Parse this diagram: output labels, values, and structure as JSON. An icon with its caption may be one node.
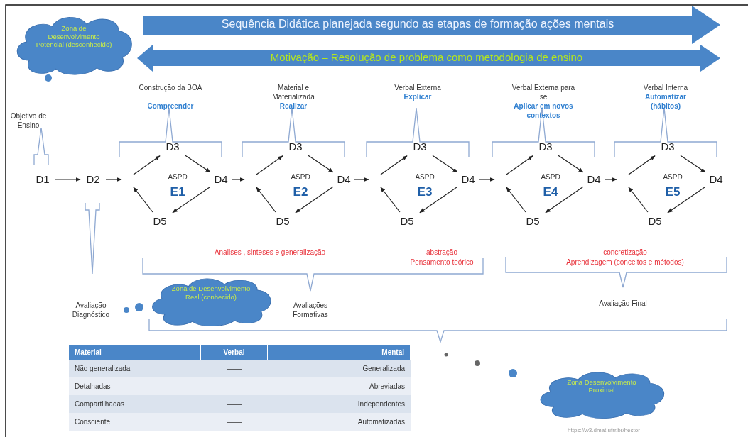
{
  "diagram": {
    "nodes": [
      {
        "text": [
          "Zona de Desenvolvimento Potencial (desconhecido)"
        ]
      },
      {
        "text": [
          "Sequência Didática planejada segundo as etapas de formação ações mentais"
        ]
      },
      {
        "text": [
          "Motivação – Resolução de problema como metodologia de ensino"
        ]
      },
      {
        "text": [
          "D1"
        ]
      },
      {
        "text": [
          "D2"
        ]
      },
      {
        "text": [
          "D3"
        ]
      },
      {
        "text": [
          "D4"
        ]
      },
      {
        "text": [
          "D5"
        ]
      },
      {
        "text": [
          "D3"
        ]
      },
      {
        "text": [
          "D4"
        ]
      },
      {
        "text": [
          "D5"
        ]
      },
      {
        "text": [
          "D3"
        ]
      },
      {
        "text": [
          "D4"
        ]
      },
      {
        "text": [
          "D5"
        ]
      },
      {
        "text": [
          "D3"
        ]
      },
      {
        "text": [
          "D4"
        ]
      },
      {
        "text": [
          "D5"
        ]
      },
      {
        "text": [
          "D3"
        ]
      },
      {
        "text": [
          "D4"
        ]
      },
      {
        "text": [
          "D5"
        ]
      },
      {
        "text": [
          "Zona de Desenvolvimento Real (conhecido)"
        ]
      },
      {
        "text": [
          "Zona Desenvolvimento Proximal"
        ]
      }
    ],
    "edges": [
      {
        "from": 3,
        "to": 4,
        "arrow": "to"
      },
      {
        "from": 4,
        "to": null,
        "arrow": "to"
      },
      {
        "from": null,
        "to": 5,
        "arrow": "to"
      },
      {
        "from": 5,
        "to": 6,
        "arrow": "to"
      },
      {
        "from": 6,
        "to": 7,
        "arrow": "to"
      },
      {
        "from": 7,
        "to": null,
        "arrow": "to"
      },
      {
        "from": 6,
        "to": null,
        "arrow": "to"
      },
      {
        "from": null,
        "to": 8,
        "arrow": "to"
      },
      {
        "from": 8,
        "to": 9,
        "arrow": "to"
      },
      {
        "from": 9,
        "to": 10,
        "arrow": "to"
      },
      {
        "from": 10,
        "to": null,
        "arrow": "to"
      },
      {
        "from": 9,
        "to": null,
        "arrow": "to"
      },
      {
        "from": null,
        "to": 11,
        "arrow": "to"
      },
      {
        "from": 11,
        "to": 12,
        "arrow": "to"
      },
      {
        "from": 12,
        "to": 13,
        "arrow": "to"
      },
      {
        "from": 13,
        "to": null,
        "arrow": "to"
      },
      {
        "from": 12,
        "to": null,
        "arrow": "to"
      },
      {
        "from": null,
        "to": 14,
        "arrow": "to"
      },
      {
        "from": 14,
        "to": 15,
        "arrow": "to"
      },
      {
        "from": 15,
        "to": 16,
        "arrow": "to"
      },
      {
        "from": 16,
        "to": null,
        "arrow": "to"
      },
      {
        "from": 15,
        "to": null,
        "arrow": "to"
      },
      {
        "from": null,
        "to": 17,
        "arrow": "to"
      },
      {
        "from": 17,
        "to": 18,
        "arrow": "to"
      },
      {
        "from": 18,
        "to": 19,
        "arrow": "to"
      },
      {
        "from": 19,
        "to": null,
        "arrow": "to"
      }
    ],
    "labels": [
      "Objetivo de Ensino",
      "Construção da BOA",
      "Compreender",
      "Material e Materializada",
      "Realizar",
      "Verbal Externa",
      "Explicar",
      "Verbal Externa para se",
      "Aplicar em novos contextos",
      "Verbal Interna",
      "Automatizar (hábitos)",
      "ASPD",
      "E1",
      "ASPD",
      "E2",
      "ASPD",
      "E3",
      "ASPD",
      "E4",
      "ASPD",
      "E5",
      "Analises , sinteses e generalização",
      "abstração",
      "Pensamento teórico",
      "concretização",
      "Aprendizagem (conceitos e métodos)",
      "Avaliação Diagnóstico",
      "Avaliações Formativas",
      "Avaliação Final",
      "Material",
      "Verbal",
      "Mental",
      "Não generalizada",
      "——",
      "Generalizada",
      "Detalhadas",
      "——",
      "Abreviadas",
      "Compartilhadas",
      "——",
      "Independentes",
      "Consciente",
      "——",
      "Automatizadas",
      "https://w3.dmat.ufrr.br/hector"
    ]
  }
}
